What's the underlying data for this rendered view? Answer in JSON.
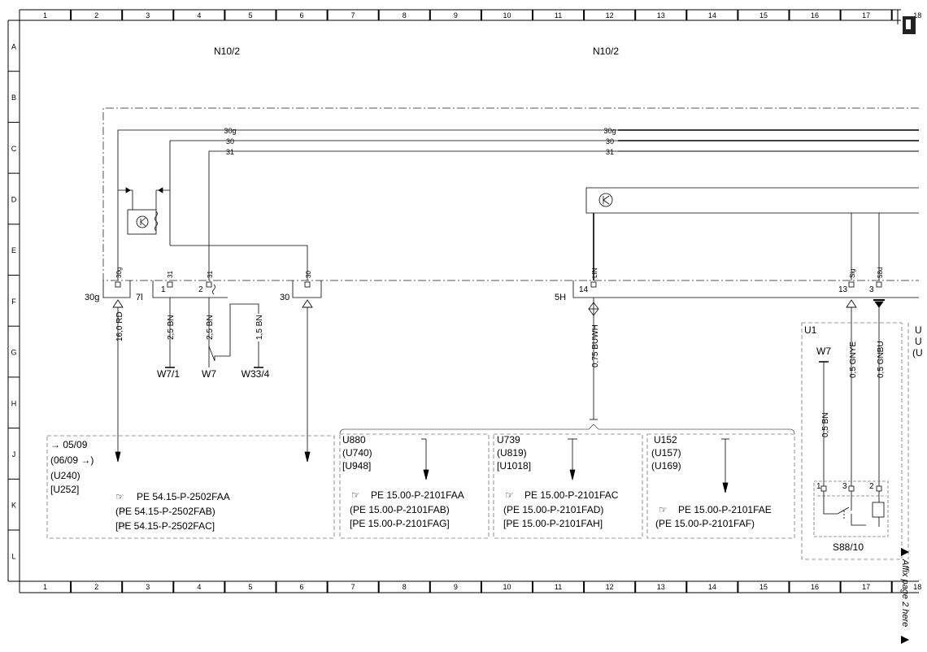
{
  "grid": {
    "columns": [
      "1",
      "2",
      "3",
      "4",
      "5",
      "6",
      "7",
      "8",
      "9",
      "10",
      "11",
      "12",
      "13",
      "14",
      "15",
      "16",
      "17",
      "18"
    ],
    "rows": [
      "A",
      "B",
      "C",
      "D",
      "E",
      "F",
      "G",
      "H",
      "J",
      "K",
      "L"
    ]
  },
  "headers": {
    "left_unit": "N10/2",
    "right_unit": "N10/2"
  },
  "buses": [
    {
      "name": "30g"
    },
    {
      "name": "30"
    },
    {
      "name": "31"
    }
  ],
  "pins": {
    "p30g": "30g",
    "p31a": "31",
    "p31b": "31",
    "p30": "30",
    "lin": "LIN",
    "sig": "Sig",
    "p58d": "58d"
  },
  "connectors": {
    "c30g": "30g",
    "c7l": "7l",
    "c30": "30",
    "c5h": "5H",
    "n1": "1",
    "n2": "2",
    "n14": "14",
    "n13": "13",
    "n3": "3"
  },
  "wires": {
    "w1": "16,0 RD",
    "w2": "2,5 BN",
    "w3": "2,5 BN",
    "w4": "1,5 BN",
    "w5": "0,75 BUWH",
    "w6": "0,5 BN",
    "w7": "0,5 GNYE",
    "w8": "0,5 GNBU"
  },
  "grounds": {
    "g1": "W7/1",
    "g2": "W7",
    "g3": "W33/4",
    "g4": "W7"
  },
  "module": {
    "name": "U1",
    "switch": "S88/10",
    "p1": "1",
    "p3": "3",
    "p2": "2",
    "edge": "U",
    "edge2": "U",
    "edge3": "(U"
  },
  "boxes": [
    {
      "lines": [
        "→ 05/09",
        "(06/09  →)",
        "(U240)",
        "[U252]"
      ],
      "refs": [
        "PE 54.15-P-2502FAA",
        "(PE 54.15-P-2502FAB)",
        "[PE 54.15-P-2502FAC]"
      ]
    },
    {
      "lines": [
        "U880",
        "(U740)",
        "[U948]"
      ],
      "refs": [
        "PE 15.00-P-2101FAA",
        "(PE 15.00-P-2101FAB)",
        "[PE 15.00-P-2101FAG]"
      ]
    },
    {
      "lines": [
        "U739",
        "(U819)",
        "[U1018]"
      ],
      "refs": [
        "PE 15.00-P-2101FAC",
        "(PE 15.00-P-2101FAD)",
        "[PE 15.00-P-2101FAH]"
      ]
    },
    {
      "lines": [
        "U152",
        "(U157)",
        "(U169)"
      ],
      "refs": [
        "PE 15.00-P-2101FAE",
        "(PE 15.00-P-2101FAF)"
      ]
    }
  ],
  "side_note": "Affix page 2 here"
}
